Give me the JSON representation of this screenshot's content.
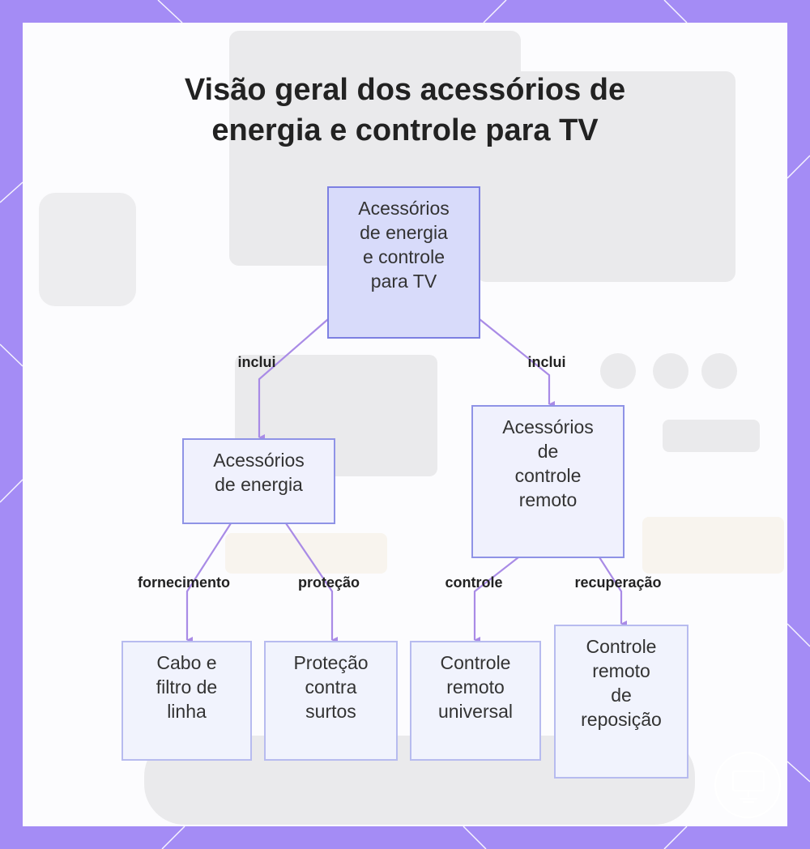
{
  "title": {
    "line1": "Visão geral dos acessórios de",
    "line2": "energia e controle para TV"
  },
  "nodes": {
    "root": [
      "Acessórios",
      "de energia",
      "e controle",
      "para TV"
    ],
    "power": [
      "Acessórios",
      "de energia"
    ],
    "remote": [
      "Acessórios",
      "de",
      "controle",
      "remoto"
    ],
    "cable": [
      "Cabo e",
      "filtro de",
      "linha"
    ],
    "surge": [
      "Proteção",
      "contra",
      "surtos"
    ],
    "universal": [
      "Controle",
      "remoto",
      "universal"
    ],
    "replacement": [
      "Controle",
      "remoto",
      "de",
      "reposição"
    ]
  },
  "edges": {
    "root_power": "inclui",
    "root_remote": "inclui",
    "power_cable": "fornecimento",
    "power_surge": "proteção",
    "remote_universal": "controle",
    "remote_replacement": "recuperação"
  },
  "colors": {
    "frame": "#a48cf5",
    "edge": "#a98be6",
    "node_border": "#8f93e6",
    "root_fill": "#d8dbfa",
    "leaf_fill": "#f1f3fd"
  },
  "icons": {
    "corner_logo": "tv-logo-icon"
  }
}
